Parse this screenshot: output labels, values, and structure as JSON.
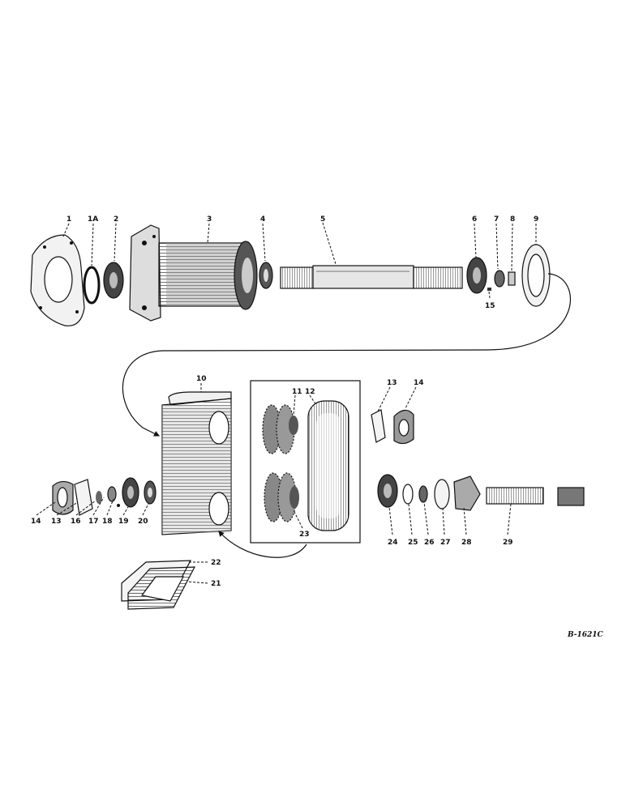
{
  "diagram": {
    "drawing_code": "B-1621C",
    "labels": [
      "1",
      "1A",
      "2",
      "3",
      "4",
      "5",
      "6",
      "7",
      "8",
      "9",
      "15",
      "10",
      "11",
      "12",
      "13",
      "14",
      "23",
      "14",
      "13",
      "16",
      "17",
      "18",
      "19",
      "20",
      "24",
      "25",
      "26",
      "27",
      "28",
      "29",
      "22",
      "21"
    ]
  }
}
